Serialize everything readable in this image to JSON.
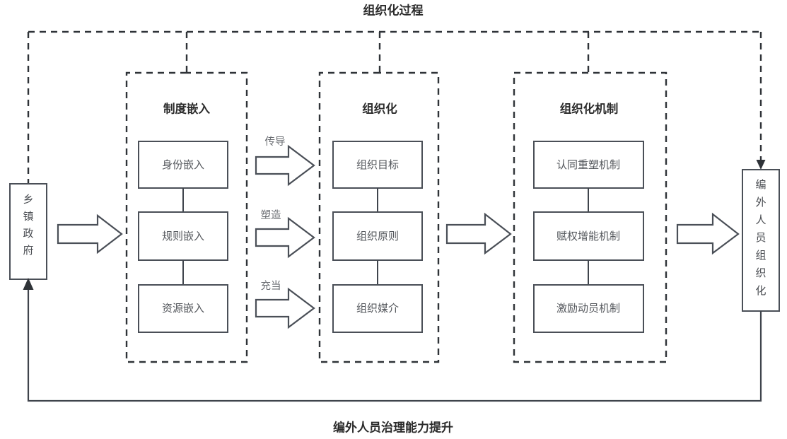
{
  "diagram": {
    "top_caption": "组织化过程",
    "bottom_caption": "编外人员治理能力提升",
    "source_node": {
      "id": "township-government",
      "label": "乡镇政府",
      "chars": [
        "乡",
        "镇",
        "政",
        "府"
      ],
      "orientation": "vertical"
    },
    "target_node": {
      "id": "outsourced-staff-organization",
      "label": "编外人员组织化",
      "chars": [
        "编",
        "外",
        "人",
        "员",
        "组",
        "织",
        "化"
      ],
      "orientation": "vertical"
    },
    "groups": [
      {
        "id": "institutional-embedding",
        "title": "制度嵌入",
        "nodes": [
          "身份嵌入",
          "规则嵌入",
          "资源嵌入"
        ]
      },
      {
        "id": "organization",
        "title": "组织化",
        "nodes": [
          "组织目标",
          "组织原则",
          "组织媒介"
        ]
      },
      {
        "id": "organization-mechanism",
        "title": "组织化机制",
        "nodes": [
          "认同重塑机制",
          "赋权增能机制",
          "激励动员机制"
        ]
      }
    ],
    "edge_labels": [
      {
        "id": "transmit",
        "label": "传导"
      },
      {
        "id": "shape",
        "label": "塑造"
      },
      {
        "id": "serve-as",
        "label": "充当"
      }
    ],
    "colors": {
      "stroke": "#3f444c",
      "dashed_stroke": "#2f3338",
      "node_text": "#55585d",
      "title_text": "#2b2b2b",
      "background": "#ffffff"
    }
  }
}
